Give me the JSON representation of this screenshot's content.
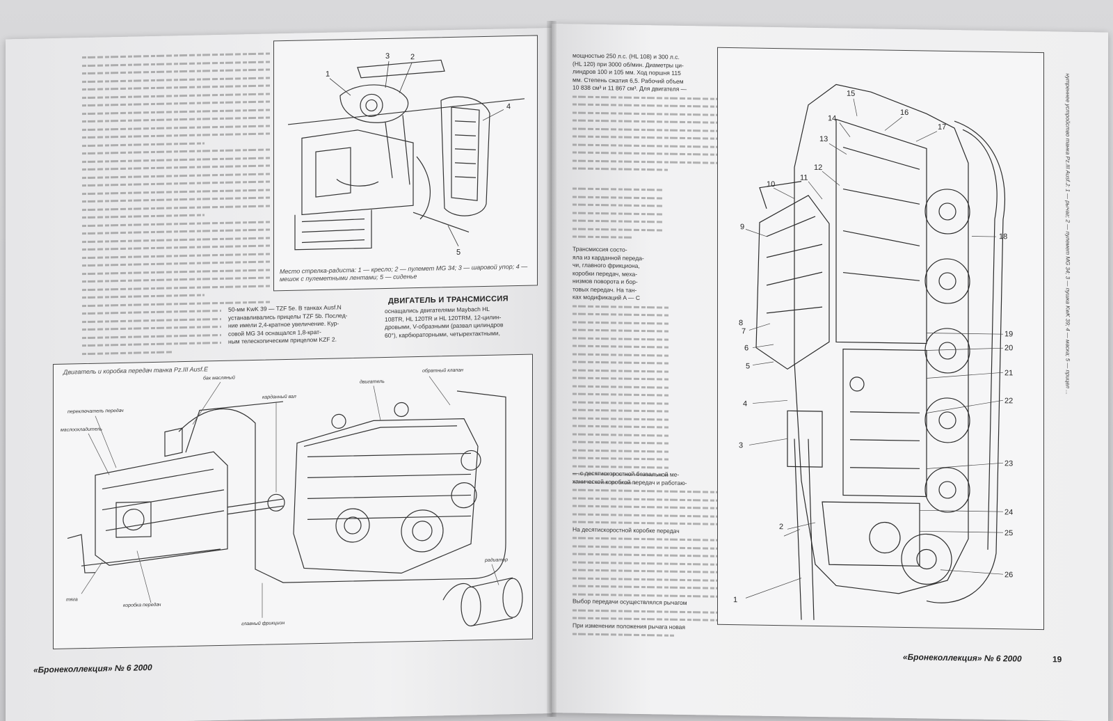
{
  "spread": {
    "left": {
      "top_right_figure": {
        "callouts": [
          "1",
          "2",
          "3",
          "4",
          "5"
        ],
        "caption": "Место стрелка-радиста: 1 — кресло; 2 — пулемет MG 34; 3 — шаровой упор; 4 — мешок с пулеметными лентами; 5 — сиденье"
      },
      "section_heading": "ДВИГАТЕЛЬ И ТРАНСМИССИЯ",
      "col_text_snippets": {
        "mid_left": "50-мм KwK 39 — TZF 5e. В танках Ausf.N",
        "mid_left_2": "устанавливались прицелы TZF 5b. Послед-",
        "mid_left_3": "ние имели 2,4-кратное увеличение. Кур-",
        "mid_left_4": "совой MG 34 оснащался 1,8-крат-",
        "mid_left_5": "ным телескопическим прицелом KZF 2.",
        "mid_right_1": "оснащались двигателями Maybach HL",
        "mid_right_2": "108TR, HL 120TR и HL 120TRM, 12-цилин-",
        "mid_right_3": "дровыми, V-образными (развал цилиндров",
        "mid_right_4": "60°), карбюраторными, четырехтактными,"
      },
      "bottom_figure": {
        "title": "Двигатель и коробка передач танка Pz.III Ausf.E",
        "labels": [
          "бак масляный",
          "карданный вал",
          "двигатель",
          "обратный клапан",
          "переключатель передач",
          "маслоохладитель",
          "коробка передач",
          "главный фрикцион",
          "радиатор",
          "тяга"
        ]
      },
      "footer": "«Бронеколлекция» № 6 2000"
    },
    "right": {
      "col_text_snippets": {
        "l1": "мощностью 250 л.с. (HL 108) и 300 л.с.",
        "l2": "(HL 120) при 3000 об/мин. Диаметры ци-",
        "l3": "линдров 100 и 105 мм. Ход поршня 115",
        "l4": "мм. Степень сжатия 6,5. Рабочий объем",
        "l5": "10 838 см³ и 11 867 см³. Для двигателя —",
        "tr1": "Трансмиссия состо-",
        "tr2": "яла из карданной переда-",
        "tr3": "чи, главного фрикциона,",
        "tr4": "коробки передач, меха-",
        "tr5": "низмов поворота и бор-",
        "tr6": "товых передач. На тан-",
        "tr7": "ках модификаций A — C",
        "l_bottom1": "— с десятискоростной безвальной ме-",
        "l_bottom2": "ханической коробкой передач и работаю-",
        "l_bottom3": "На десятискоростной коробке передач",
        "l_bottom4": "Выбор передачи осуществлялся рычагом",
        "l_bottom5": "При изменении положения рычага новая"
      },
      "cutaway_callouts": [
        "1",
        "2",
        "3",
        "4",
        "5",
        "6",
        "7",
        "8",
        "9",
        "10",
        "11",
        "12",
        "13",
        "14",
        "15",
        "16",
        "17",
        "18",
        "19",
        "20",
        "21",
        "22",
        "23",
        "24",
        "25",
        "26"
      ],
      "side_caption": "Внутреннее устройство танка Pz.III Ausf.J: 1 — рычаг; 2 — пулемет MG 34; 3 — пушка KwK 39; 4 — маска; 5 — прицел ...",
      "footer": "«Бронеколлекция» № 6 2000",
      "page_number": "19"
    }
  },
  "colors": {
    "page": "#eeeeef",
    "ink": "#222222",
    "background": "#cfcfd2"
  }
}
